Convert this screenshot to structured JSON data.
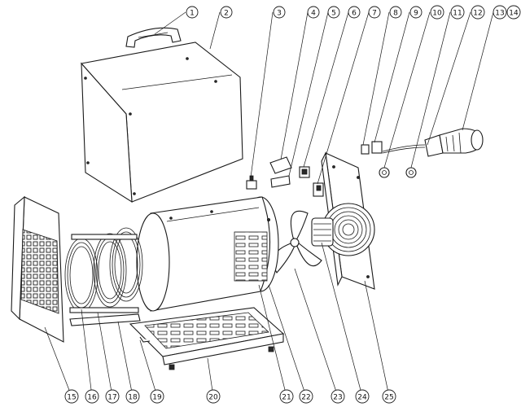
{
  "callouts": {
    "top": [
      "1",
      "2",
      "3",
      "4",
      "5",
      "6",
      "7",
      "8",
      "9",
      "10",
      "11",
      "12",
      "13",
      "14"
    ],
    "bottom": [
      "15",
      "16",
      "17",
      "18",
      "19",
      "20",
      "21",
      "22",
      "23",
      "24",
      "25"
    ]
  },
  "colors": {
    "line": "#1a1a1a",
    "background": "#ffffff"
  }
}
